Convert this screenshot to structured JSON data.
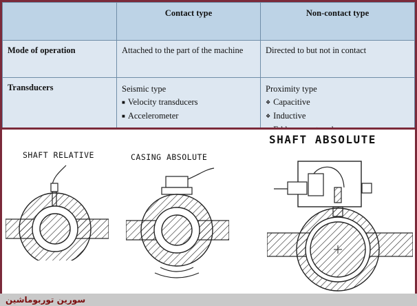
{
  "table": {
    "headers": [
      "",
      "Contact type",
      "Non-contact type"
    ],
    "rows": [
      {
        "label": "Mode of operation",
        "contact": "Attached to the part of the machine",
        "noncontact": "Directed to but not in contact"
      },
      {
        "label": "Transducers",
        "contact_title": "Seismic type",
        "contact_items": [
          "Velocity transducers",
          "Accelerometer"
        ],
        "noncontact_title": "Proximity type",
        "noncontact_items": [
          "Capacitive",
          "Inductive",
          "Eddy current probes"
        ]
      }
    ]
  },
  "figures": {
    "captions": [
      "SHAFT RELATIVE",
      "CASING ABSOLUTE",
      "SHAFT ABSOLUTE"
    ]
  },
  "footer": {
    "brand": "سورین توربوماشین"
  },
  "colors": {
    "frame": "#7b2a3a",
    "header_bg": "#bdd3e6",
    "row_bg": "#dde7f1",
    "footer_bg": "#c9c9c9",
    "brand": "#7b0f0f"
  },
  "icons": [
    "square-bullet-icon",
    "diamond-bullet-icon"
  ]
}
